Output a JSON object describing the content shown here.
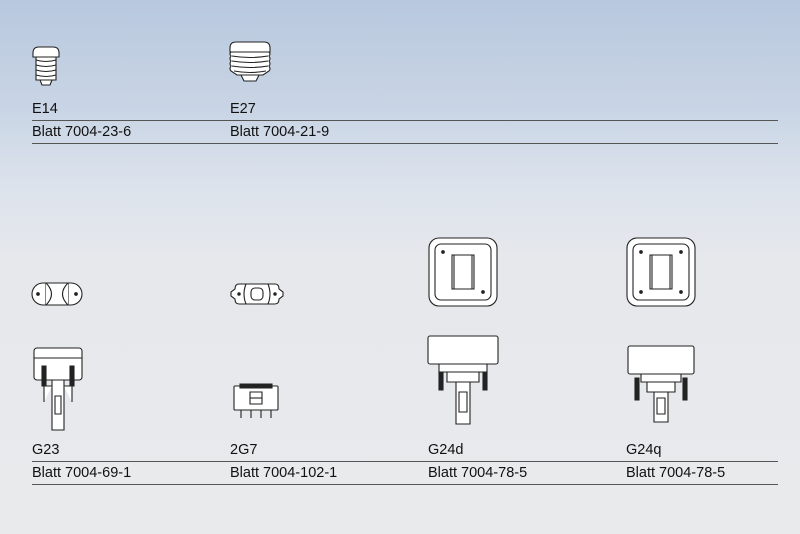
{
  "sockets": [
    {
      "id": "e14",
      "name": "E14",
      "sheet": "Blatt 7004-23-6"
    },
    {
      "id": "e27",
      "name": "E27",
      "sheet": "Blatt 7004-21-9"
    },
    {
      "id": "g23",
      "name": "G23",
      "sheet": "Blatt 7004-69-1"
    },
    {
      "id": "2g7",
      "name": "2G7",
      "sheet": "Blatt 7004-102-1"
    },
    {
      "id": "g24d",
      "name": "G24d",
      "sheet": "Blatt 7004-78-5"
    },
    {
      "id": "g24q",
      "name": "G24q",
      "sheet": "Blatt 7004-78-5"
    }
  ],
  "colors": {
    "background_top": "#b8c8de",
    "background_bottom": "#e9eaec",
    "line": "#555555",
    "icon_fill": "#ffffff",
    "icon_stroke": "#222222"
  }
}
